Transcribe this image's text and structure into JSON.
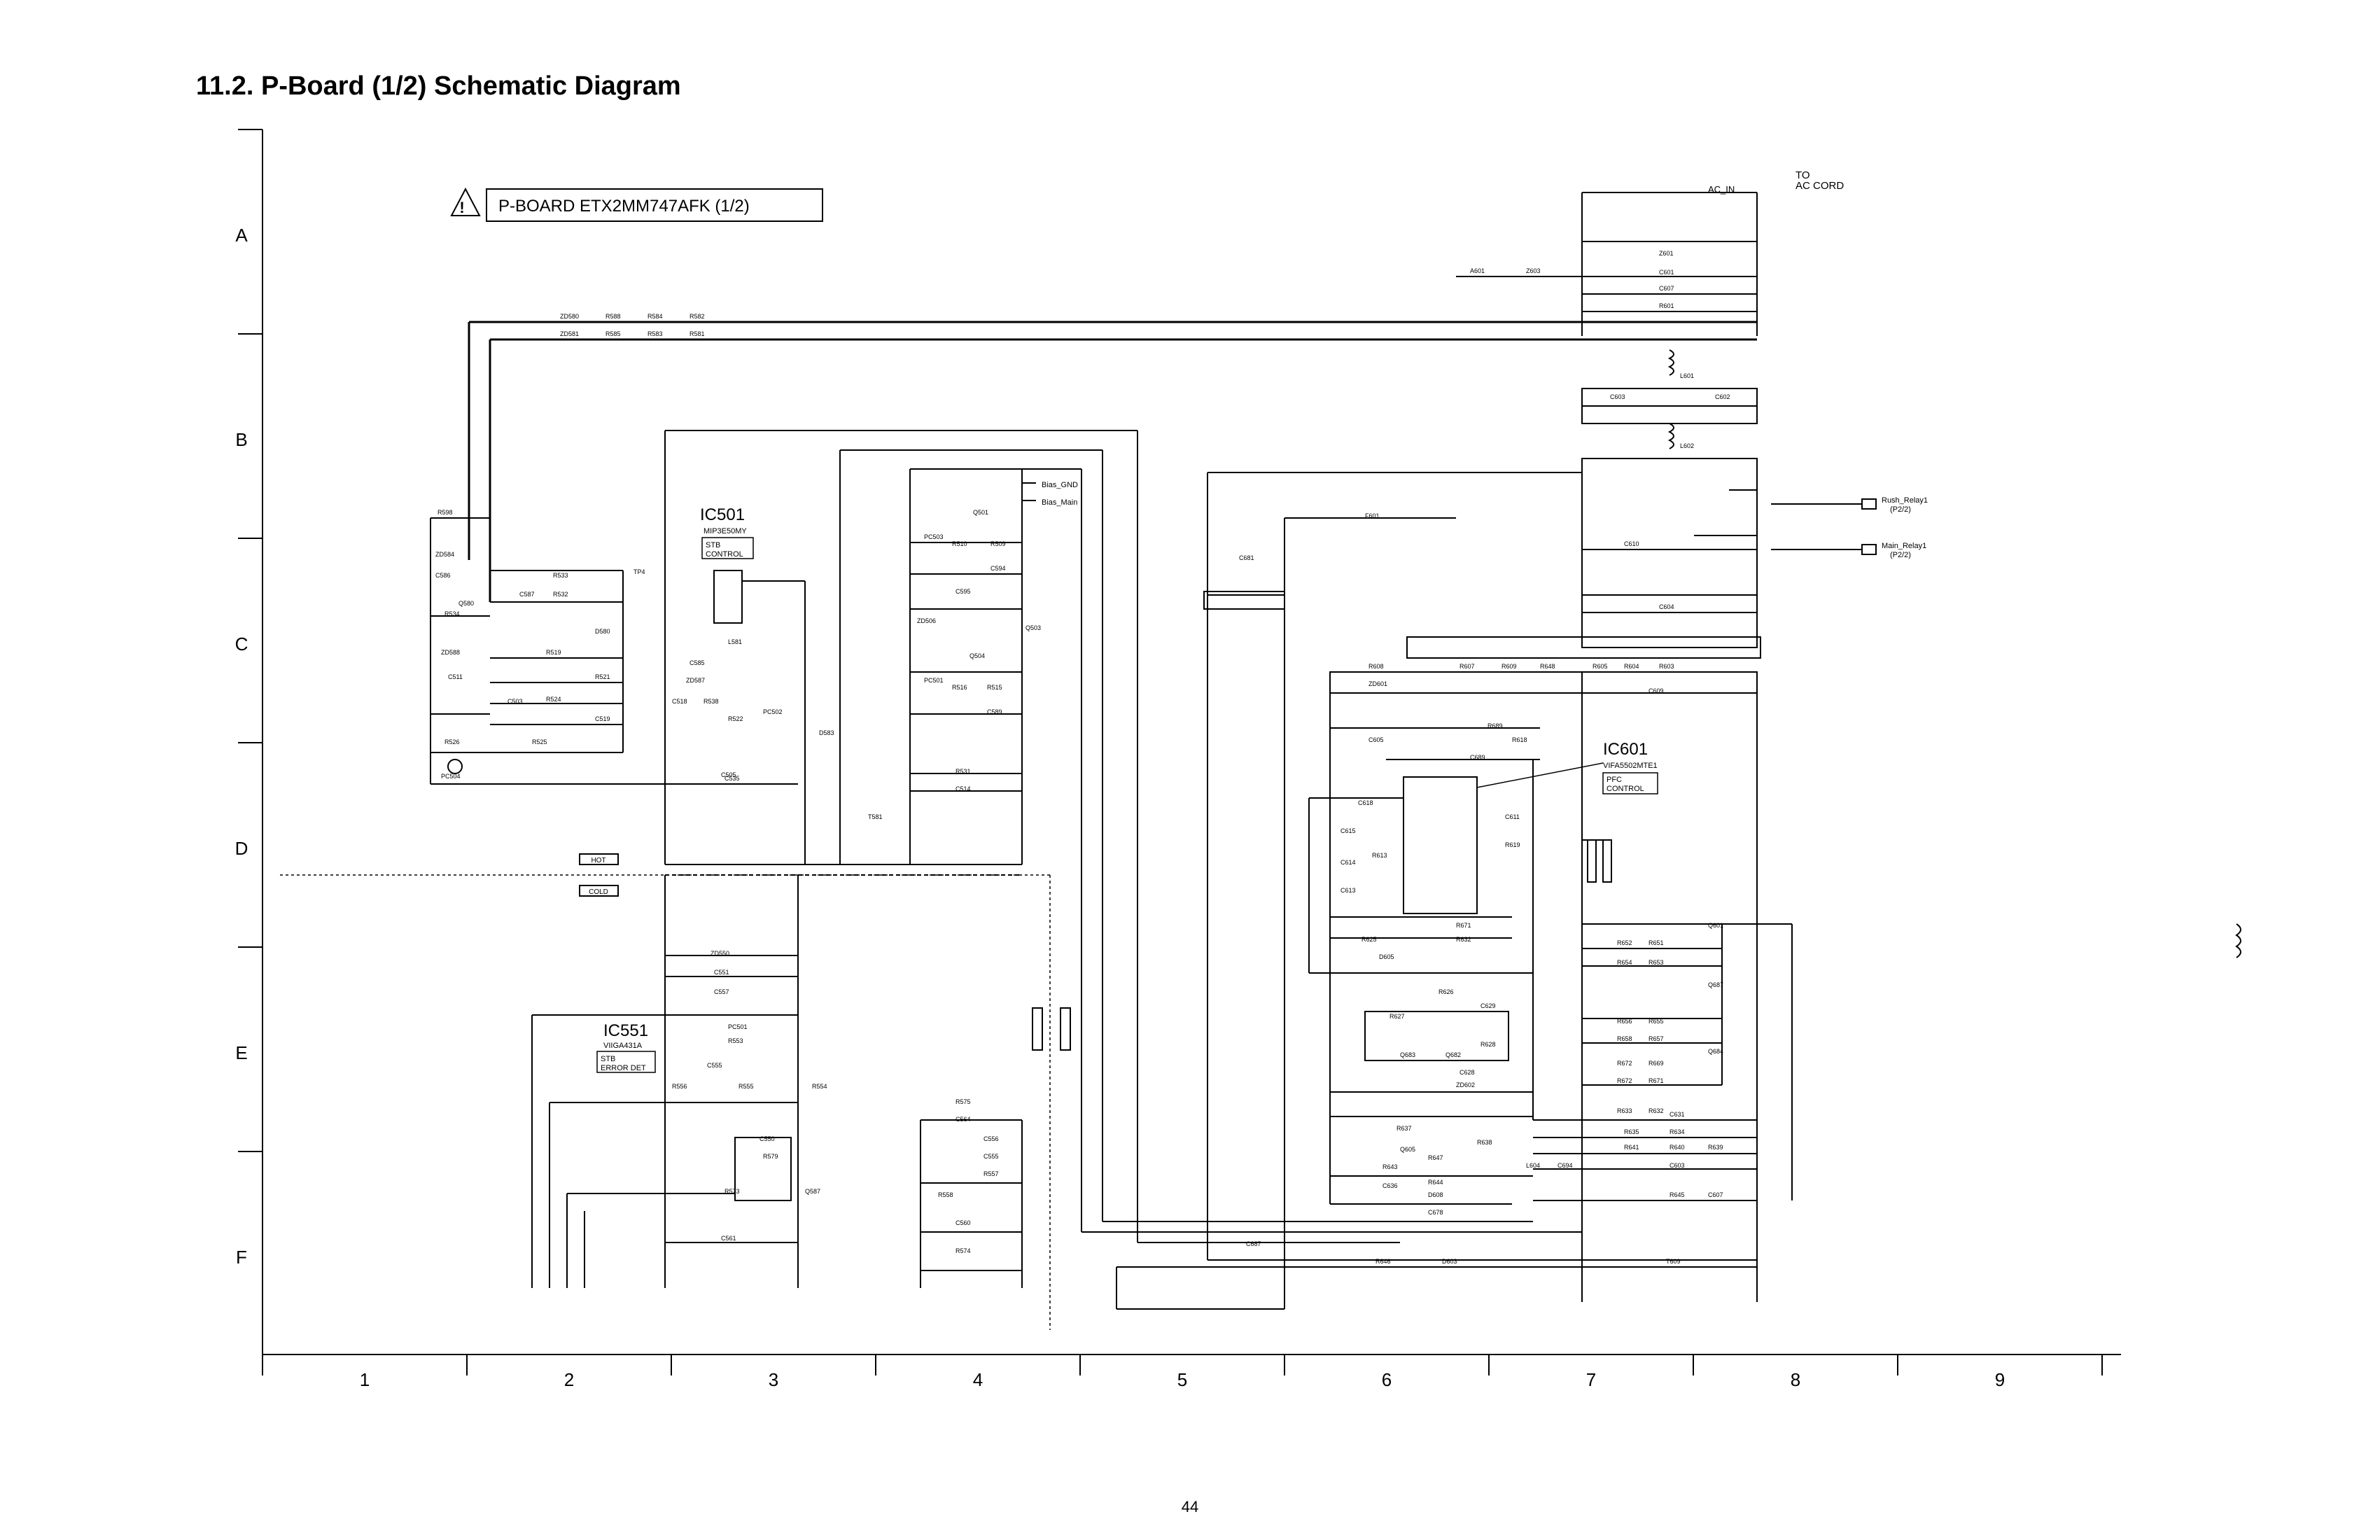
{
  "page": {
    "section_title": "11.2.   P-Board (1/2) Schematic Diagram",
    "page_number": "44"
  },
  "title_block": {
    "board_label": "P-BOARD ETX2MM747AFK (1/2)"
  },
  "grid": {
    "row_labels": [
      "A",
      "B",
      "C",
      "D",
      "E",
      "F"
    ],
    "column_labels": [
      "1",
      "2",
      "3",
      "4",
      "5",
      "6",
      "7",
      "8",
      "9"
    ]
  },
  "ics": [
    {
      "ref": "IC501",
      "part": "MIP3E50MY",
      "function_lines": [
        "STB",
        "CONTROL"
      ]
    },
    {
      "ref": "IC551",
      "part": "VIIGA431A",
      "function_lines": [
        "STB",
        "ERROR DET"
      ]
    },
    {
      "ref": "IC601",
      "part": "VIFA5502MTE1",
      "function_lines": [
        "PFC",
        "CONTROL"
      ]
    }
  ],
  "markers": {
    "hot": "HOT",
    "cold": "COLD"
  },
  "connectors": {
    "ac_in": "AC_IN",
    "to_ac_cord": [
      "TO",
      "AC CORD"
    ],
    "bias_gnd": "Bias_GND",
    "bias_main": "Bias_Main",
    "rush_relay": [
      "Rush_Relay1",
      "(P2/2)"
    ],
    "main_relay": [
      "Main_Relay1",
      "(P2/2)"
    ]
  },
  "component_labels": {
    "top_lines": [
      "ZD580",
      "R588",
      "R584",
      "R582",
      "ZD581",
      "R585",
      "R583",
      "R581"
    ],
    "ac_input": [
      "A601",
      "Z603",
      "Z601",
      "C601",
      "C607",
      "R601",
      "L601",
      "C603",
      "C602",
      "L602"
    ],
    "left_block": [
      "R598",
      "ZD584",
      "C586",
      "Q580",
      "R534",
      "R533",
      "R532",
      "C587",
      "D580",
      "R519",
      "ZD588",
      "C511",
      "C503",
      "R524",
      "R521",
      "C519",
      "R526",
      "R525",
      "PC504"
    ],
    "stb_block": [
      "C585",
      "ZD587",
      "C518",
      "R538",
      "R522",
      "PC502",
      "D583",
      "C505",
      "L581",
      "TP4"
    ],
    "bias_block": [
      "Q501",
      "PC503",
      "R510",
      "R509",
      "C594",
      "C595",
      "ZD506",
      "Q503",
      "Q504",
      "PC501",
      "R516",
      "R515",
      "C589",
      "R531",
      "C514",
      "C535",
      "T581"
    ],
    "secondary": [
      "ZD550",
      "C551",
      "C557",
      "PC501",
      "R553",
      "C555",
      "R556",
      "R555",
      "R554",
      "C550",
      "R579",
      "R573",
      "Q587",
      "C561",
      "R575",
      "C564",
      "C556",
      "C555",
      "R557",
      "R558",
      "C560",
      "R574"
    ],
    "pfc": [
      "F601",
      "C681",
      "C610",
      "C604",
      "R608",
      "ZD601",
      "R607",
      "R609",
      "R648",
      "R605",
      "R604",
      "R603",
      "C609",
      "C605",
      "R689",
      "R618",
      "C689",
      "C618",
      "C615",
      "C614",
      "C613",
      "R613",
      "C611",
      "R619",
      "R625",
      "R632",
      "R671",
      "D605",
      "R626",
      "C629",
      "R627",
      "Q683",
      "Q682",
      "R628",
      "C628",
      "ZD602",
      "R637",
      "R638",
      "Q605",
      "R647",
      "R643",
      "C636",
      "R644",
      "D608",
      "C678",
      "L604",
      "C694",
      "C631",
      "R635",
      "R634",
      "R641",
      "R640",
      "R639",
      "C603",
      "R645",
      "C607",
      "C687",
      "R646",
      "D603",
      "T609"
    ],
    "right_column": [
      "Q601",
      "R652",
      "R651",
      "R654",
      "R653",
      "Q687",
      "R656",
      "R655",
      "R658",
      "R657",
      "Q684",
      "R672",
      "R669",
      "R672",
      "R671",
      "R633",
      "R632"
    ]
  }
}
